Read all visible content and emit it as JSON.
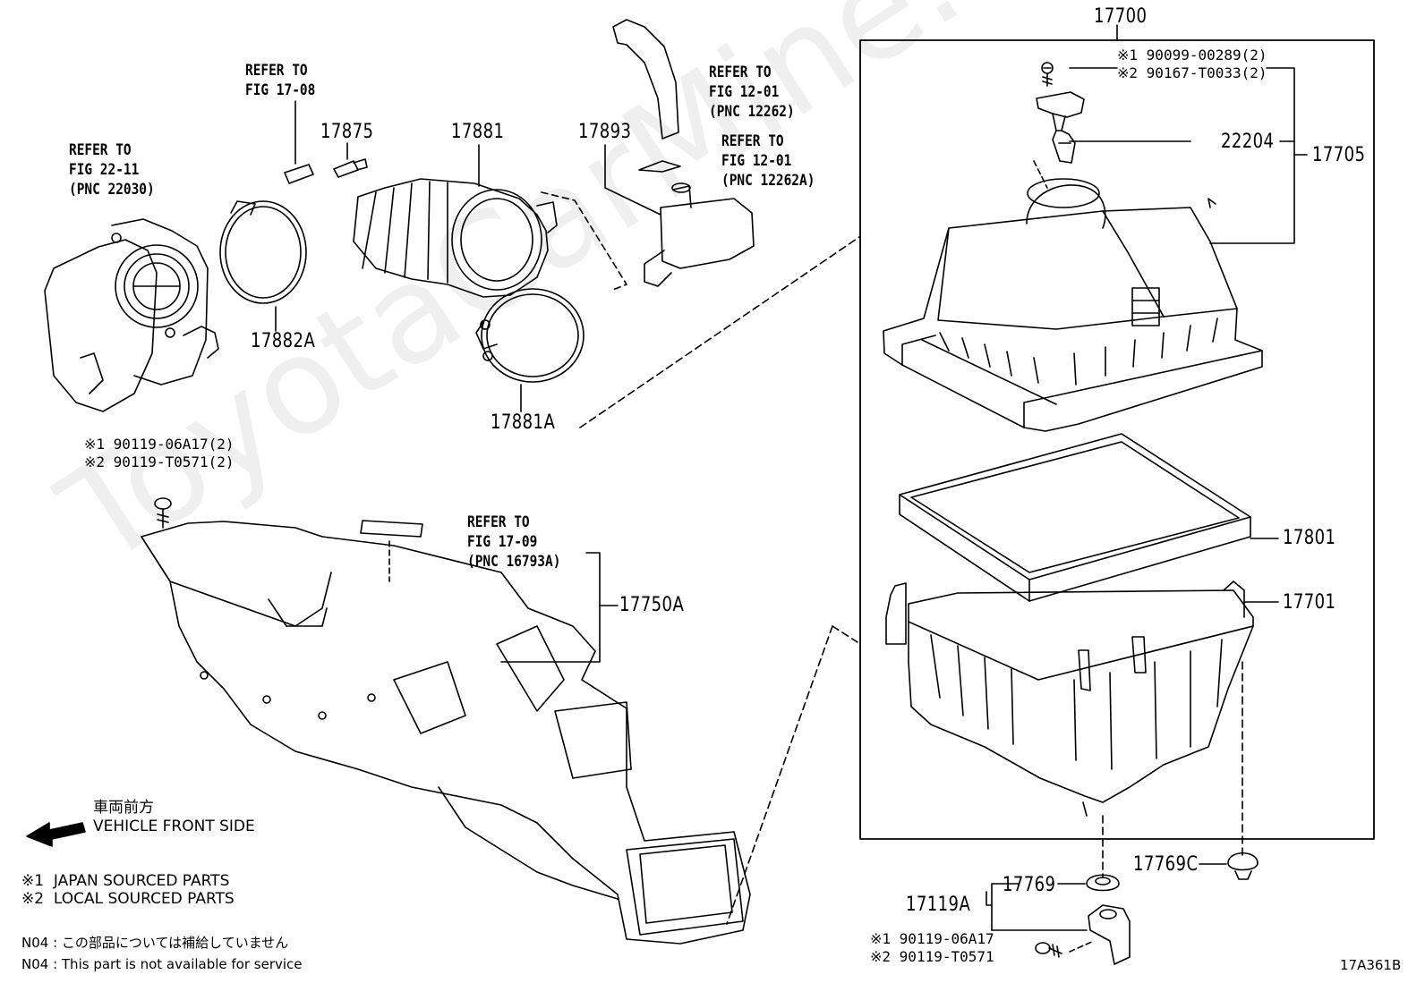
{
  "watermark": "ToyotaCarMine.ru",
  "diagram_code": "17A361B",
  "parts": {
    "p17700": "17700",
    "p17705": "17705",
    "p22204": "22204",
    "p17801": "17801",
    "p17701": "17701",
    "p17769C": "17769C",
    "p17769": "17769",
    "p17119A": "17119A",
    "p17875": "17875",
    "p17881": "17881",
    "p17893": "17893",
    "p17882A": "17882A",
    "p17881A": "17881A",
    "p17750A": "17750A"
  },
  "refs": {
    "fig2211": "REFER TO\nFIG 22-11\n(PNC 22030)",
    "fig1708": "REFER TO\nFIG 17-08",
    "fig1201a": "REFER TO\nFIG 12-01\n(PNC 12262)",
    "fig1201b": "REFER TO\nFIG 12-01\n(PNC 12262A)",
    "fig1709": "REFER TO\nFIG 17-09\n(PNC 16793A)"
  },
  "bolts": {
    "top": "※1 90099-00289(2)\n※2 90167-T0033(2)",
    "left": "※1 90119-06A17(2)\n※2 90119-T0571(2)",
    "bottom": "※1 90119-06A17\n※2 90119-T0571"
  },
  "legend": {
    "front_jp": "車両前方",
    "front_en": "VEHICLE FRONT SIDE",
    "src1": "※1  JAPAN SOURCED PARTS",
    "src2": "※2  LOCAL SOURCED PARTS",
    "n04_jp": "N04 : この部品については補給していません",
    "n04_en": "N04 : This part is not available for service"
  }
}
